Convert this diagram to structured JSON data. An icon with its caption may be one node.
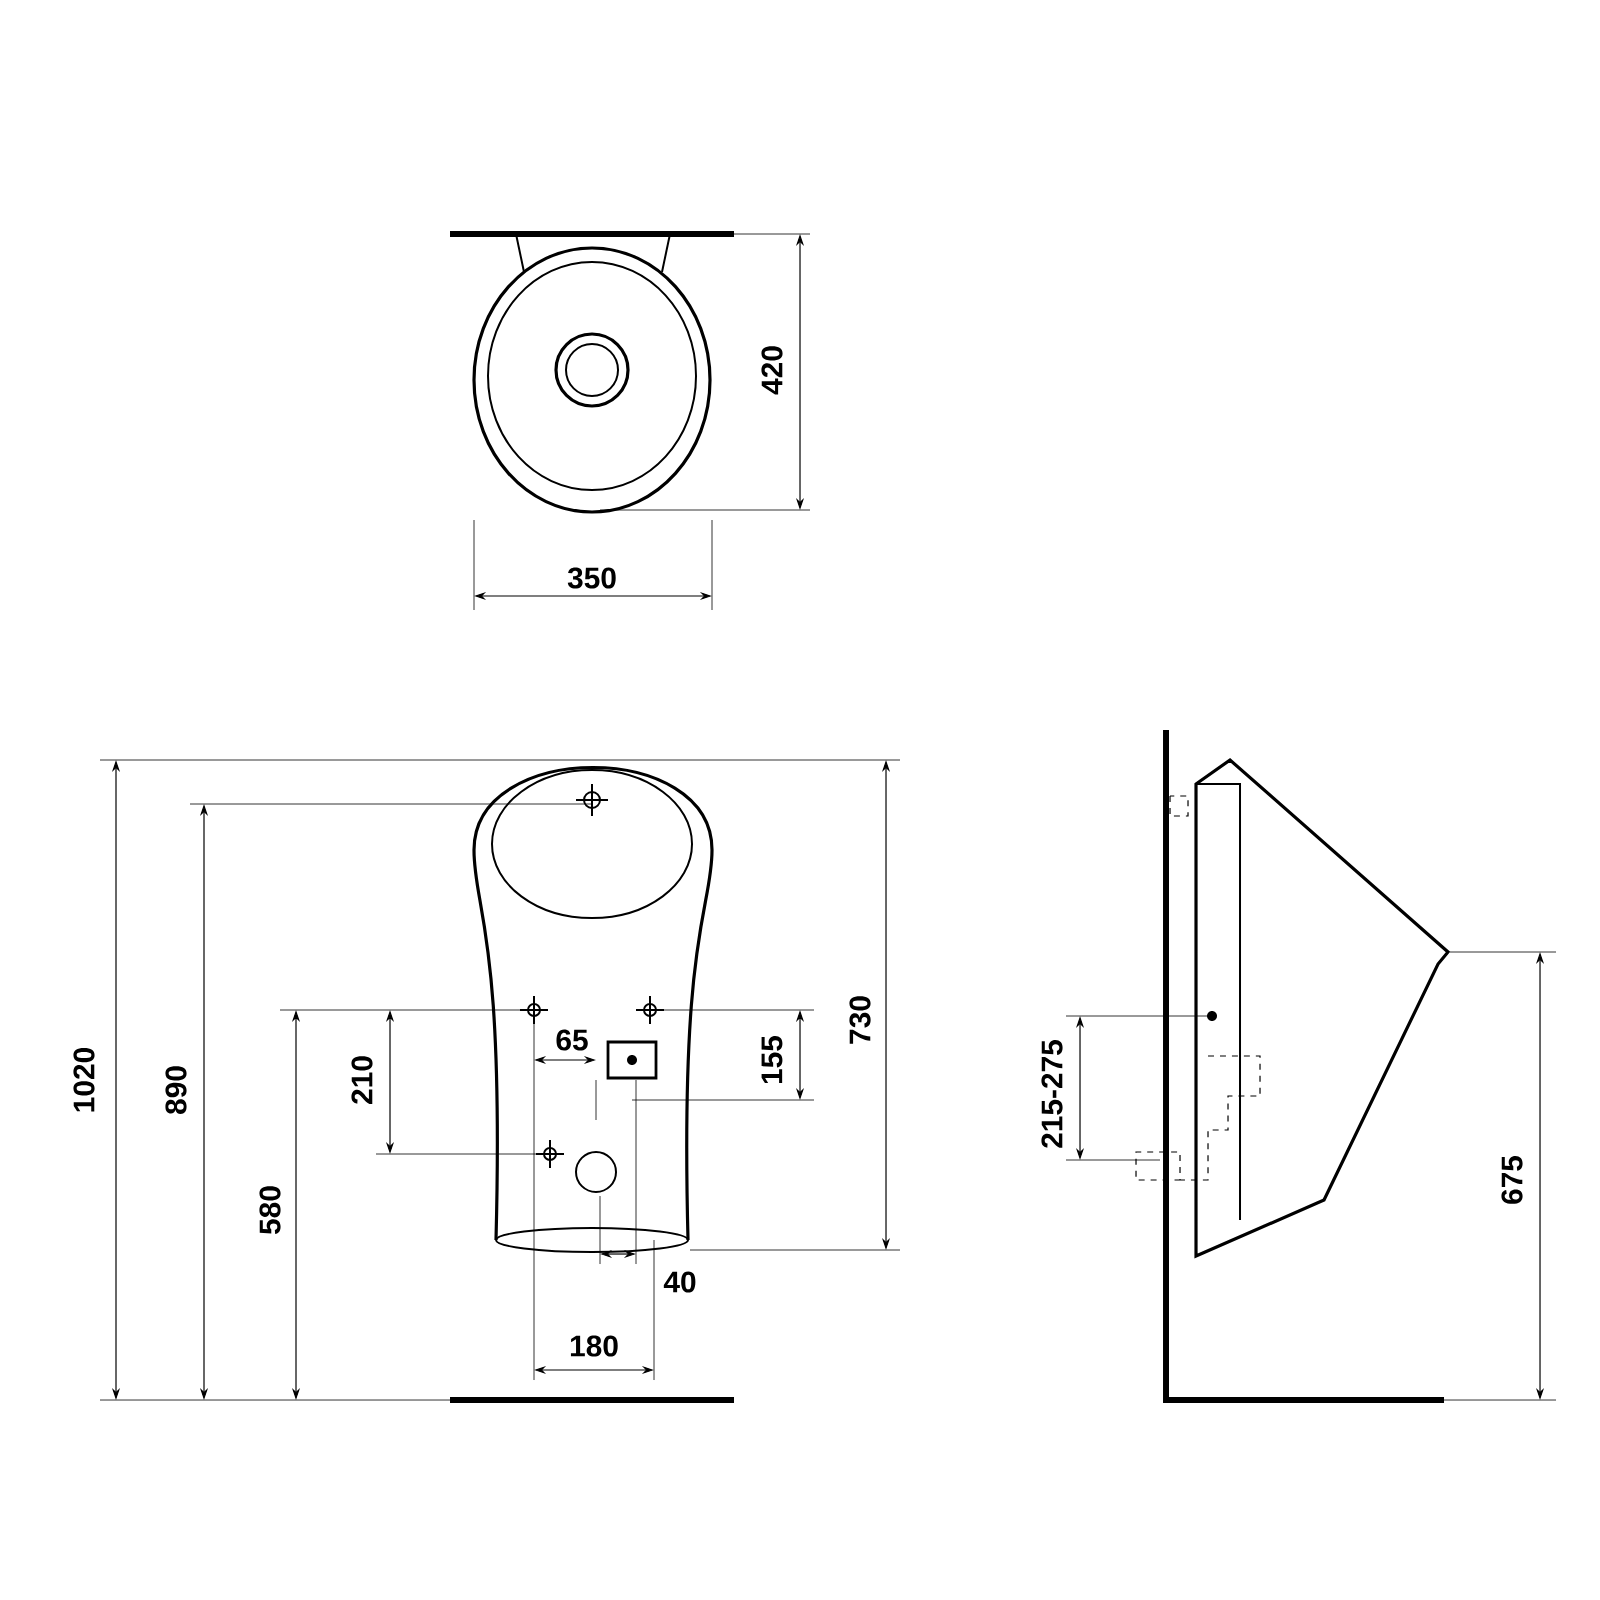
{
  "diagram": {
    "labels": [
      "420",
      "350",
      "1020",
      "890",
      "580",
      "210",
      "65",
      "155",
      "730",
      "40",
      "180",
      "215-275",
      "675"
    ]
  }
}
